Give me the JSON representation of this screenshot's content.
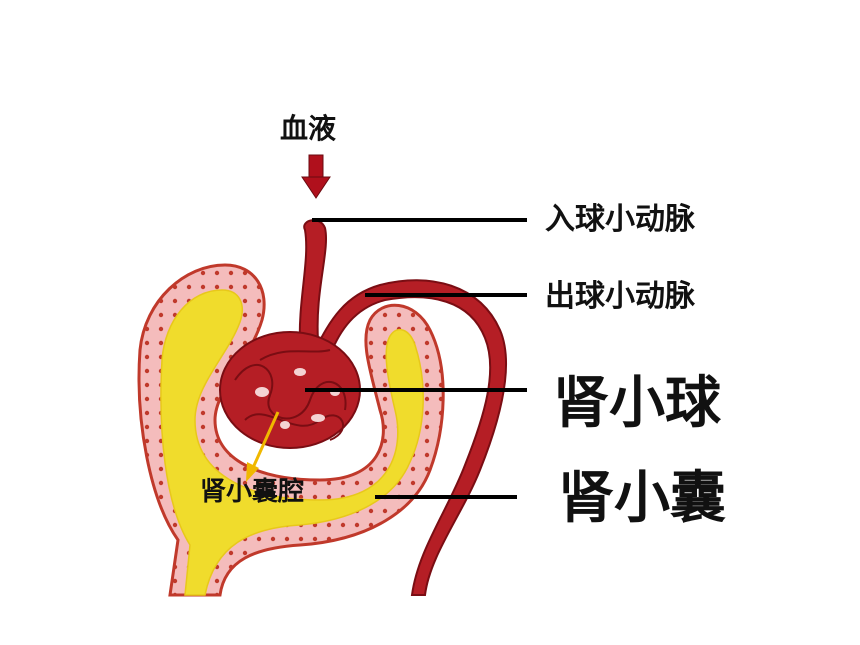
{
  "labels": {
    "blood": "血液",
    "afferent_arteriole": "入球小动脉",
    "efferent_arteriole": "出球小动脉",
    "glomerulus": "肾小球",
    "capsule": "肾小囊",
    "capsule_cavity": "肾小囊腔"
  },
  "colors": {
    "artery": "#b51e25",
    "artery_dark": "#7a0d13",
    "capsule_wall": "#f2b4b4",
    "capsule_lumen": "#f0dc2c",
    "arrow_blood": "#b0101c",
    "arrow_cavity": "#f0b800",
    "leader_line": "#000000"
  }
}
